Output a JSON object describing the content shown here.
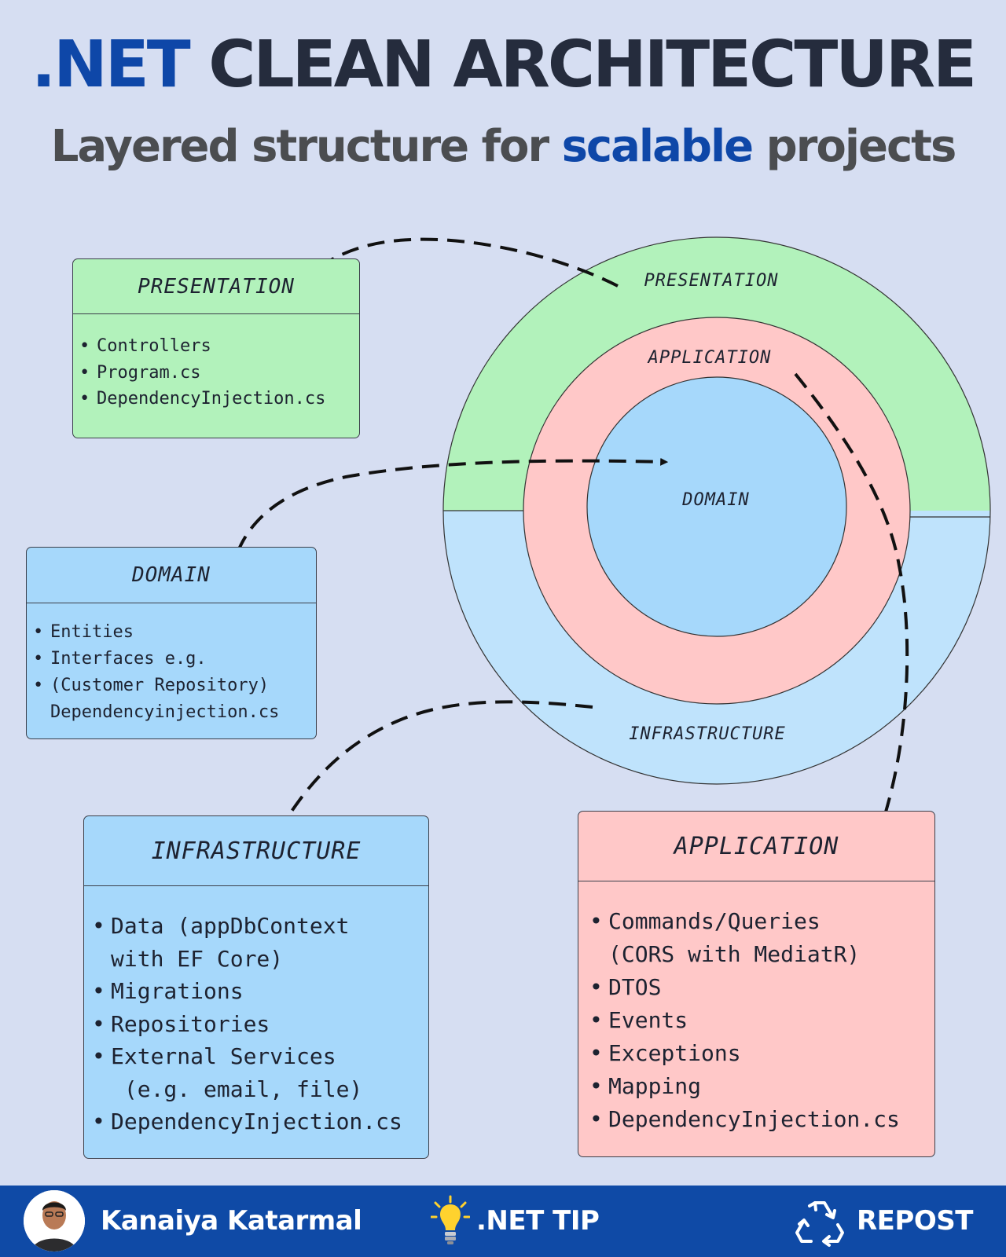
{
  "header": {
    "title_accent": ".NET",
    "title_rest": " CLEAN ARCHITECTURE",
    "subtitle_pre": "Layered structure for ",
    "subtitle_accent": "scalable",
    "subtitle_post": " projects"
  },
  "diagram": {
    "rings": {
      "presentation": "PRESENTATION",
      "application": "APPLICATION",
      "domain": "DOMAIN",
      "infrastructure": "INFRASTRUCTURE"
    },
    "colors": {
      "presentation": "#b2f2bb",
      "infrastructure": "#bfe3fc",
      "application": "#ffc8c8",
      "domain": "#a6d8fb",
      "accent": "#0e47a8",
      "footer": "#0f4aa6"
    }
  },
  "cards": {
    "presentation": {
      "title": "PRESENTATION",
      "items": [
        "Controllers",
        "Program.cs",
        "DependencyInjection.cs"
      ]
    },
    "domain": {
      "title": "DOMAIN",
      "items": [
        "Entities",
        "Interfaces e.g.",
        "(Customer Repository)",
        "Dependencyinjection.cs"
      ]
    },
    "infrastructure": {
      "title": "INFRASTRUCTURE",
      "items": [
        "Data (appDbContext",
        "with EF Core)",
        "Migrations",
        "Repositories",
        "External Services",
        " (e.g. email, file)",
        "DependencyInjection.cs"
      ]
    },
    "application": {
      "title": "APPLICATION",
      "items": [
        "Commands/Queries",
        "(CORS with MediatR)",
        "DTOS",
        "Events",
        "Exceptions",
        "Mapping",
        "DependencyInjection.cs"
      ]
    }
  },
  "footer": {
    "author": "Kanaiya Katarmal",
    "tip": ".NET TIP",
    "repost": "REPOST",
    "icons": [
      "avatar",
      "lightbulb-icon",
      "recycle-icon"
    ]
  }
}
